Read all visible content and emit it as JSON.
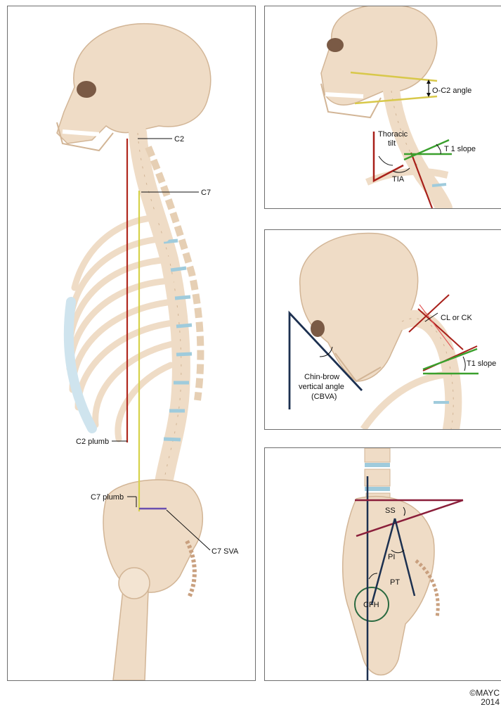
{
  "panel_main": {
    "labels": {
      "c2": "C2",
      "c7": "C7",
      "c2_plumb": "C2 plumb",
      "c7_plumb": "C7 plumb",
      "c7_sva": "C7 SVA"
    }
  },
  "panel_cervical": {
    "labels": {
      "oc2_angle": "O-C2 angle",
      "thoracic_tilt_1": "Thoracic",
      "thoracic_tilt_2": "tilt",
      "t1_slope": "T 1 slope",
      "tia": "TIA"
    }
  },
  "panel_cbva": {
    "labels": {
      "cl_ck": "CL or CK",
      "t1_slope": "T1 slope",
      "cbva_1": "Chin-brow",
      "cbva_2": "vertical angle",
      "cbva_3": "(CBVA)"
    }
  },
  "panel_pelvis": {
    "labels": {
      "ss": "SS",
      "pi": "PI",
      "pt": "PT",
      "cfh": "CFH"
    }
  },
  "copyright": {
    "line1": "©MAYC",
    "line2": "2014"
  },
  "colors": {
    "bone": "#efdcc6",
    "bone_outline": "#d2b596",
    "disc": "#9fcbdc",
    "c2_plumb_line": "#b0281e",
    "c7_plumb_line": "#d6d24a",
    "oc2_lines": "#d8c84a",
    "t1_slope_lines": "#3aa02d",
    "tilt_lines": "#a8201a",
    "cbva_line": "#1c3050",
    "pelvic_red": "#8a1e3a",
    "pelvic_navy": "#1c3050"
  }
}
